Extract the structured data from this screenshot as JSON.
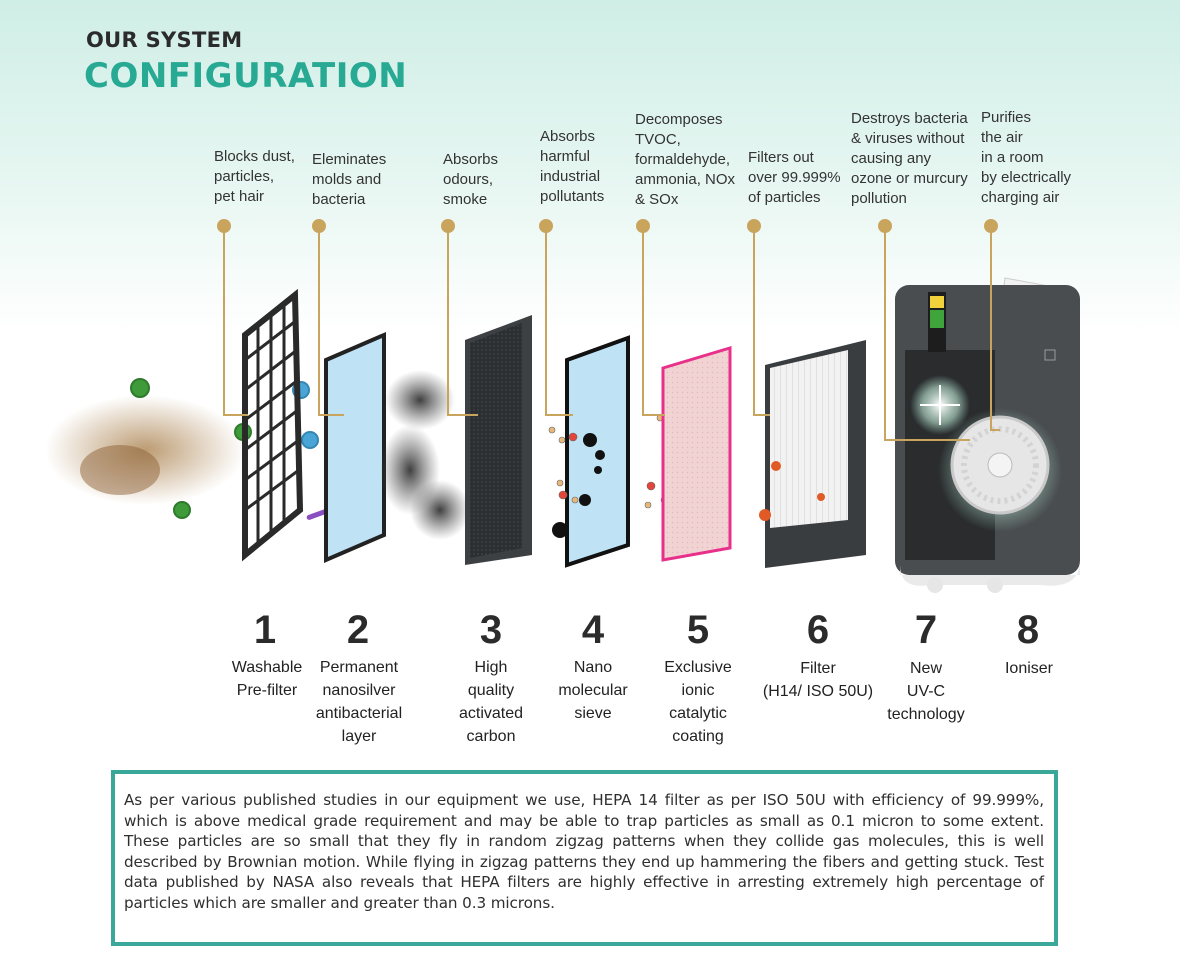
{
  "header": {
    "line1": "OUR SYSTEM",
    "line2": "CONFIGURATION"
  },
  "layers": [
    {
      "number": "1",
      "label": "Washable\nPre-filter",
      "description": "Blocks dust,\nparticles,\npet hair"
    },
    {
      "number": "2",
      "label": "Permanent\nnanosilver\nantibacterial\nlayer",
      "description": "Eleminates\nmolds and\nbacteria"
    },
    {
      "number": "3",
      "label": "High\nquality\nactivated\ncarbon",
      "description": "Absorbs\nodours,\nsmoke"
    },
    {
      "number": "4",
      "label": "Nano\nmolecular\nsieve",
      "description": "Absorbs\nharmful\nindustrial\npollutants"
    },
    {
      "number": "5",
      "label": "Exclusive\nionic\ncatalytic\ncoating",
      "description": "Decomposes\nTVOC,\nformaldehyde,\nammonia, NOx\n& SOx"
    },
    {
      "number": "6",
      "label": "Filter\n(H14/ ISO 50U)",
      "description": "Filters out\nover 99.999%\nof particles"
    },
    {
      "number": "7",
      "label": "New\nUV-C\ntechnology",
      "description": "Destroys bacteria\n& viruses without\ncausing any\nozone or murcury\npollution"
    },
    {
      "number": "8",
      "label": "Ioniser",
      "description": "Purifies\nthe air\nin a room\nby electrically\ncharging air"
    }
  ],
  "info_box": {
    "text": "As per various published studies in our equipment we use, HEPA 14 filter as per ISO 50U with efficiency of 99.999%, which is above medical grade requirement and may be able to trap particles as small as 0.1 micron to some extent. These particles are so small that they fly in random zigzag patterns when they collide gas molecules, this is well described by Brownian motion. While flying in zigzag patterns they end up hammering the fibers and getting stuck. Test data published by NASA also reveals that HEPA filters are highly effective in arresting extremely high percentage of particles which are smaller and greater than 0.3 microns."
  },
  "colors": {
    "accent": "#27a993",
    "connector": "#c9a45c",
    "box_border": "#3aa898",
    "ionic_frame": "#e8308a",
    "filter_blue": "#bfe3f5",
    "germ_green": "#3f9a3a"
  },
  "icons": [
    "germ-icon",
    "bacteria-icon",
    "molecule-icon",
    "dust-cloud-icon",
    "smoke-icon",
    "uv-light-icon",
    "fan-icon"
  ]
}
